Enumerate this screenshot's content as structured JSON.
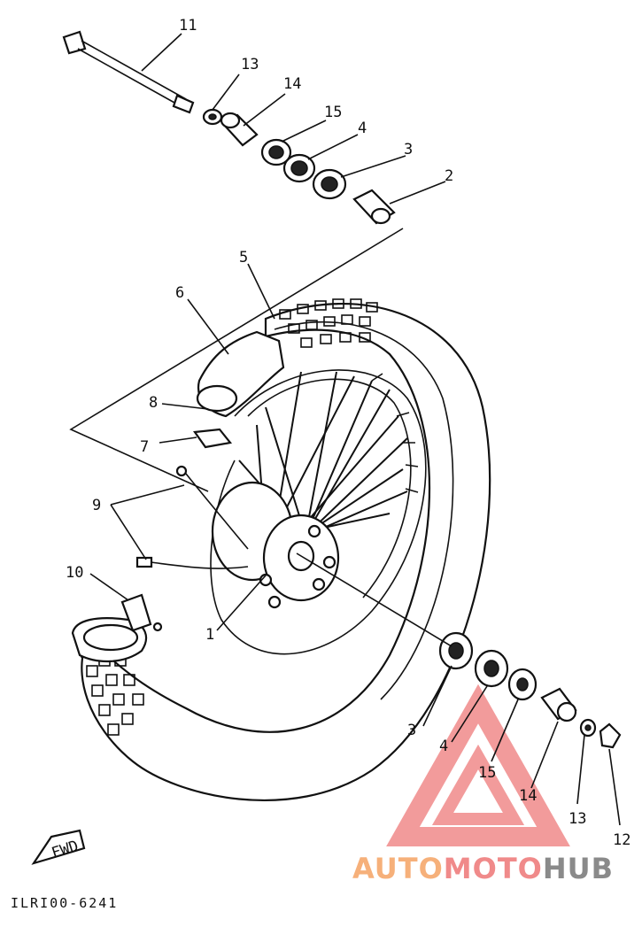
{
  "diagram_code": "ILRI00-6241",
  "fwd_label": "FWD",
  "watermark": {
    "part1": "AUTO",
    "part2": "MOTO",
    "part3": "HUB"
  },
  "callouts": [
    "11",
    "13",
    "14",
    "15",
    "4",
    "3",
    "2",
    "5",
    "6",
    "8",
    "7",
    "9",
    "10",
    "1",
    "3",
    "4",
    "15",
    "14",
    "13",
    "12"
  ],
  "colors": {
    "ink": "#111111",
    "watermark_red": "#f08a8a",
    "watermark_orange": "#f6b07a",
    "watermark_gray": "#8a8a8a"
  }
}
